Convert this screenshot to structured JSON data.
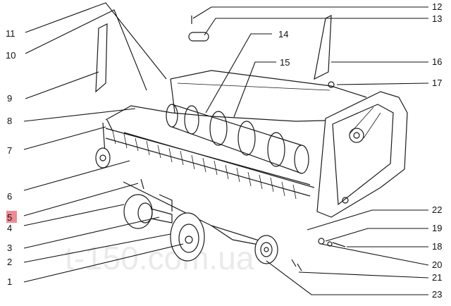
{
  "watermark": "t-150.com.ua",
  "colors": {
    "ink": "#111111",
    "highlight": "#ef8a92",
    "background": "#ffffff"
  },
  "callouts": [
    "1",
    "2",
    "3",
    "4",
    "5",
    "6",
    "7",
    "8",
    "9",
    "10",
    "11",
    "12",
    "13",
    "14",
    "15",
    "16",
    "17",
    "18",
    "19",
    "20",
    "21",
    "22",
    "23"
  ],
  "highlighted": "5"
}
